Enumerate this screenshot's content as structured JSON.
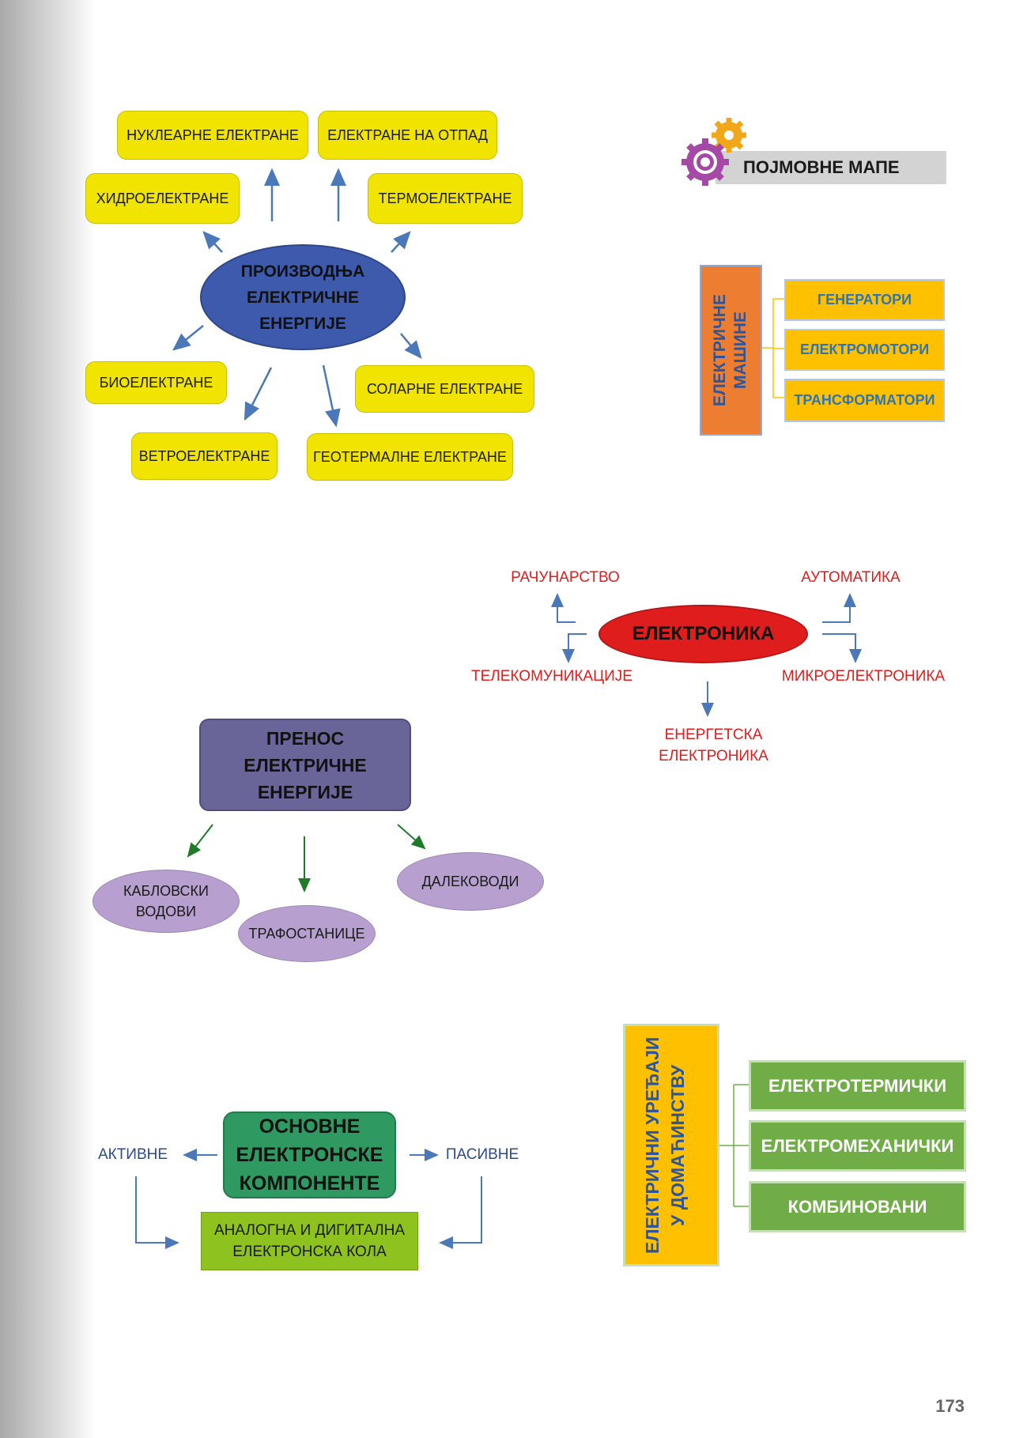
{
  "header": {
    "title": "ПОЈМОВНЕ МАПЕ",
    "icon": "gears-icon"
  },
  "production": {
    "center": "ПРОИЗВОДЊА ЕЛЕКТРИЧНЕ ЕНЕРГИЈЕ",
    "nuclear": "НУКЛЕАРНЕ ЕЛЕКТРАНЕ",
    "waste": "ЕЛЕКТРАНЕ  НА ОТПАД",
    "hydro": "ХИДРОЕЛЕКТРАНЕ",
    "thermo": "ТЕРМОЕЛЕКТРАНЕ",
    "bio": "БИОЕЛЕКТРАНЕ",
    "solar": "СОЛАРНЕ ЕЛЕКТРАНЕ",
    "wind": "ВЕТРОЕЛЕКТРАНЕ",
    "geo": "ГЕОТЕРМАЛНЕ ЕЛЕКТРАНЕ"
  },
  "machines": {
    "title": "ЕЛЕКТРИЧНЕ МАШИНЕ",
    "items": [
      "ГЕНЕРАТОРИ",
      "ЕЛЕКТРОМОТОРИ",
      "ТРАНСФОРМАТОРИ"
    ]
  },
  "electronics": {
    "center": "ЕЛЕКТРОНИКА",
    "computing": "РАЧУНАРСТВО",
    "automation": "АУТОМАТИКА",
    "telecom": "ТЕЛЕКОМУНИКАЦИЈЕ",
    "micro": "МИКРОЕЛЕКТРОНИКА",
    "power": "ЕНЕРГЕТСКА ЕЛЕКТРОНИКА"
  },
  "transmission": {
    "center": "ПРЕНОС ЕЛЕКТРИЧНЕ ЕНЕРГИЈЕ",
    "cables": "КАБЛОВСКИ ВОДОВИ",
    "substations": "ТРАФОСТАНИЦЕ",
    "lines": "ДАЛЕКОВОДИ"
  },
  "components": {
    "center": "ОСНОВНЕ ЕЛЕКТРОНСКЕ КОМПОНЕНТЕ",
    "active": "АКТИВНЕ",
    "passive": "ПАСИВНЕ",
    "circuits": "АНАЛОГНА И ДИГИТАЛНА ЕЛЕКТРОНСКА КОЛА"
  },
  "appliances": {
    "title": "ЕЛЕКТРИЧНИ  УРЕЂАЈИ У ДОМАЋИНСТВУ",
    "items": [
      "ЕЛЕКТРОТЕРМИЧКИ",
      "ЕЛЕКТРОМЕХАНИЧКИ",
      "КОМБИНОВАНИ"
    ]
  },
  "page_number": "173",
  "colors": {
    "yellow": "#f0e400",
    "blue_ellipse": "#3d5aad",
    "orange": "#ed7d31",
    "amber": "#ffc000",
    "red": "#e01d1d",
    "purple": "#6a6599",
    "lilac": "#b7a0cf",
    "green_dark": "#2e9a62",
    "green": "#70ad47",
    "lime": "#8dc21f"
  }
}
